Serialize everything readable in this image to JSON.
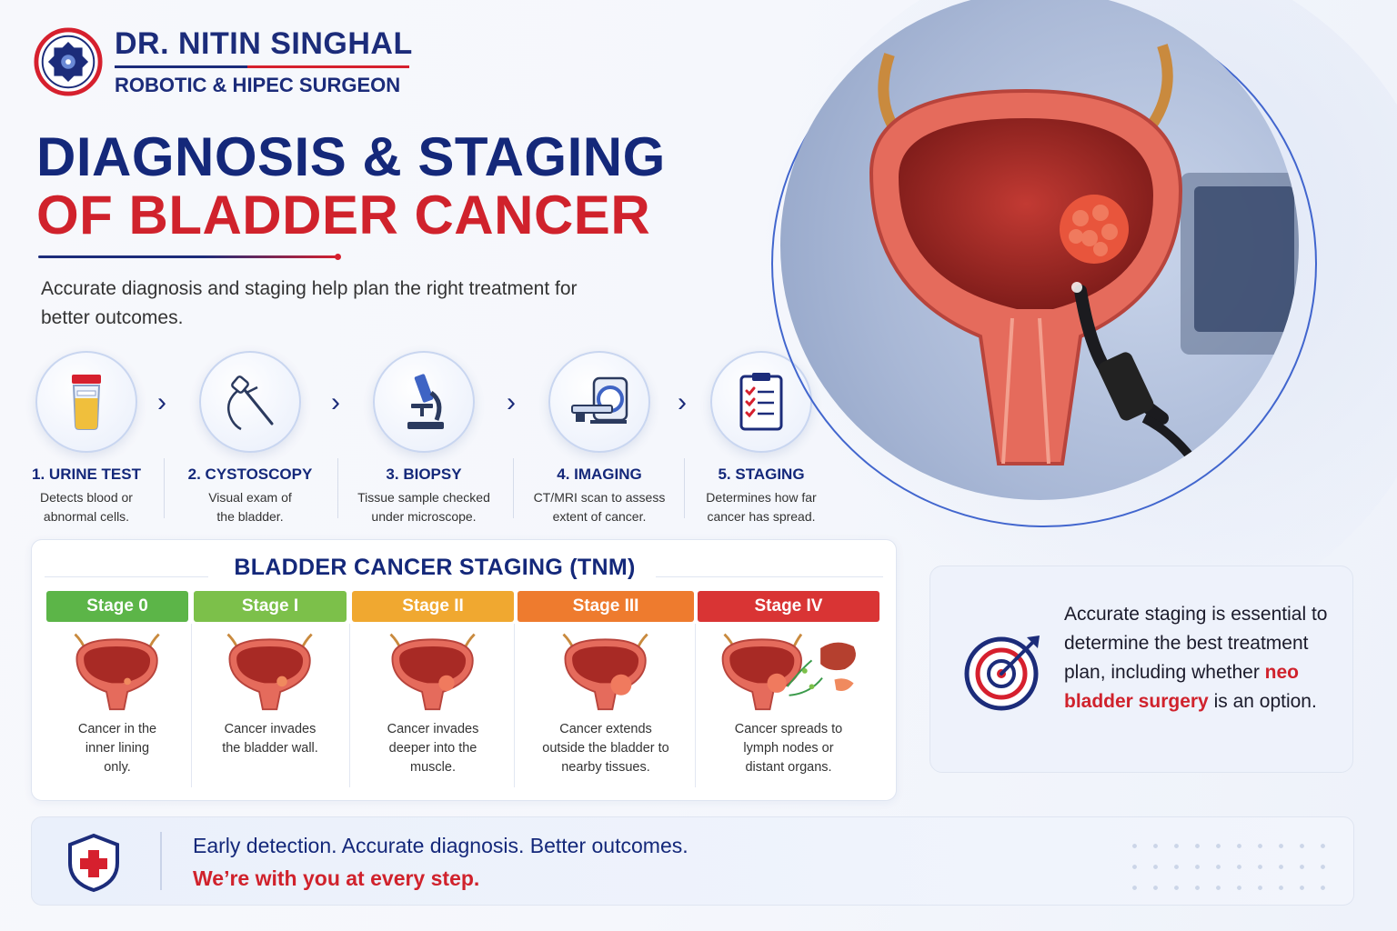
{
  "brand": {
    "name": "DR. NITIN SINGHAL",
    "subtitle": "ROBOTIC & HIPEC SURGEON"
  },
  "title": {
    "line1": "DIAGNOSIS & STAGING",
    "line2": "OF BLADDER CANCER"
  },
  "intro": "Accurate diagnosis and staging help plan the right treatment for better outcomes.",
  "steps": [
    {
      "title": "1. URINE TEST",
      "desc": "Detects blood or abnormal cells.",
      "icon": "urine-cup-icon"
    },
    {
      "title": "2. CYSTOSCOPY",
      "desc": "Visual exam of the bladder.",
      "icon": "cystoscope-icon"
    },
    {
      "title": "3. BIOPSY",
      "desc": "Tissue sample checked under microscope.",
      "icon": "microscope-icon"
    },
    {
      "title": "4. IMAGING",
      "desc": "CT/MRI scan to assess extent of cancer.",
      "icon": "ct-scanner-icon"
    },
    {
      "title": "5. STAGING",
      "desc": "Determines how far cancer has spread.",
      "icon": "clipboard-checklist-icon"
    }
  ],
  "staging": {
    "title": "BLADDER CANCER STAGING (TNM)",
    "stages": [
      {
        "label": "Stage 0",
        "desc": "Cancer in the inner lining only.",
        "color": "#5cb548"
      },
      {
        "label": "Stage I",
        "desc": "Cancer invades the bladder wall.",
        "color": "#7cc04a"
      },
      {
        "label": "Stage II",
        "desc": "Cancer invades deeper into the muscle.",
        "color": "#f0a830"
      },
      {
        "label": "Stage III",
        "desc": "Cancer extends outside the bladder to nearby tissues.",
        "color": "#ee7b2e"
      },
      {
        "label": "Stage IV",
        "desc": "Cancer spreads to lymph nodes or distant organs.",
        "color": "#d93434"
      }
    ]
  },
  "info": {
    "text_before": "Accurate staging is essential to determine the best treatment plan, including whether ",
    "highlight": "neo bladder surgery",
    "text_after": " is an option."
  },
  "footer": {
    "line1": "Early detection. Accurate diagnosis. Better outcomes.",
    "line2": "We’re with you at every step."
  },
  "colors": {
    "navy": "#14287a",
    "red": "#d0222c"
  }
}
